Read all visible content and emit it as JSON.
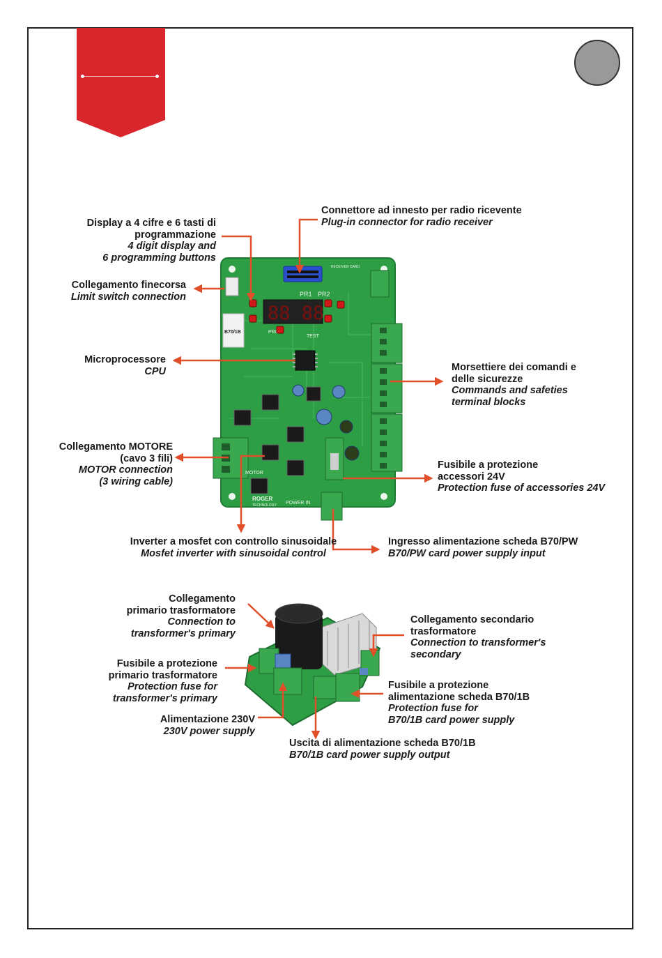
{
  "colors": {
    "accent": "#d8262c",
    "arrow": "#e04e2a",
    "board": "#2e9e45",
    "terminal": "#3aa84f"
  },
  "main_board_labels": {
    "display": {
      "it_lines": [
        "Display a 4 cifre e  6 tasti di",
        "programmazione"
      ],
      "en_lines": [
        "4 digit display and",
        "6 programming buttons"
      ]
    },
    "radio": {
      "it": "Connettore ad innesto per radio ricevente",
      "en": "Plug-in connector for radio receiver"
    },
    "limit_switch": {
      "it": "Collegamento finecorsa",
      "en": "Limit switch connection"
    },
    "cpu": {
      "it": "Microprocessore",
      "en": "CPU"
    },
    "terminal_blocks": {
      "it_lines": [
        "Morsettiere dei  comandi e",
        "delle sicurezze"
      ],
      "en_lines": [
        "Commands and safeties",
        "terminal blocks"
      ]
    },
    "motor": {
      "it_lines": [
        "Collegamento MOTORE",
        "(cavo 3 fili)"
      ],
      "en_lines": [
        "MOTOR connection",
        "(3 wiring cable)"
      ]
    },
    "fuse_accessories": {
      "it_lines": [
        "Fusibile a protezione",
        "accessori 24V"
      ],
      "en": "Protection fuse of accessories 24V"
    },
    "inverter": {
      "it": "Inverter a mosfet con controllo sinusoidale",
      "en": "Mosfet inverter with sinusoidal control"
    },
    "power_input": {
      "it": "Ingresso alimentazione scheda B70/PW",
      "en": "B70/PW card power supply input"
    }
  },
  "board_silkscreen": {
    "receiver": "RECEIVER CARD",
    "pr1": "PR1",
    "pr2": "PR2",
    "prog": "PROG",
    "test": "TEST",
    "motor": "MOTOR",
    "power_in": "POWER IN",
    "brand": "ROGER",
    "model": "B70/1B",
    "digits": "88 88",
    "brand_sub": "TECHNOLOGY"
  },
  "power_board_labels": {
    "primary": {
      "it_lines": [
        "Collegamento",
        "primario trasformatore"
      ],
      "en_lines": [
        "Connection to",
        "transformer's primary"
      ]
    },
    "secondary": {
      "it_lines": [
        "Collegamento secondario",
        "trasformatore"
      ],
      "en_lines": [
        "Connection to transformer's",
        "secondary"
      ]
    },
    "fuse_primary": {
      "it_lines": [
        "Fusibile a protezione",
        "primario trasformatore"
      ],
      "en_lines": [
        "Protection fuse for",
        "transformer's primary"
      ]
    },
    "fuse_b70": {
      "it_lines": [
        "Fusibile a protezione",
        "alimentazione scheda B70/1B"
      ],
      "en_lines": [
        "Protection fuse for",
        "B70/1B card power supply"
      ]
    },
    "supply_230": {
      "it": "Alimentazione 230V",
      "en": "230V power supply"
    },
    "output": {
      "it": "Uscita di alimentazione scheda B70/1B",
      "en": "B70/1B card power supply output"
    }
  }
}
